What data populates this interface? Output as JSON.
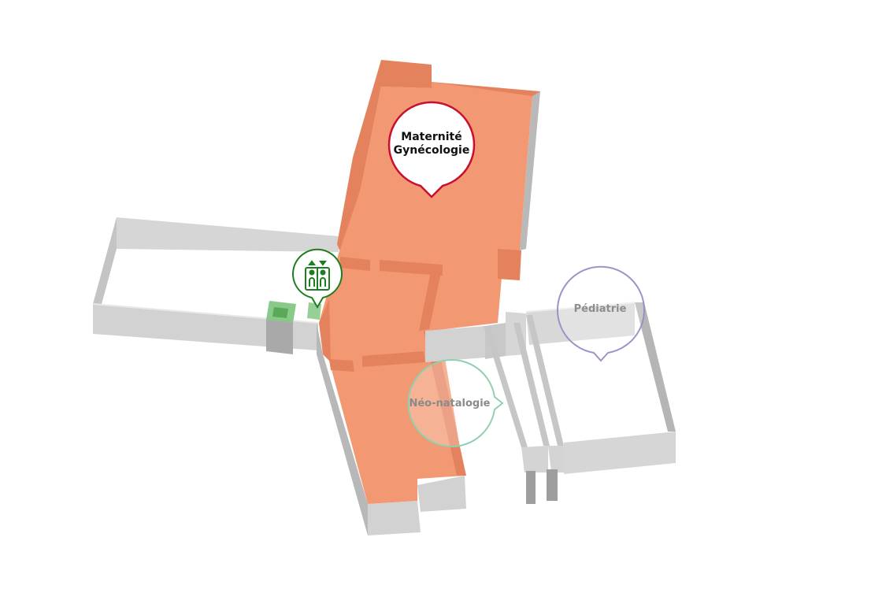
{
  "map": {
    "pins": {
      "maternite": {
        "line1": "Maternité",
        "line2": "Gynécologie",
        "color": "#c8102e",
        "active": true
      },
      "pediatrie": {
        "label": "Pédiatrie",
        "color": "#9d8cc4"
      },
      "neonatalogie": {
        "label": "Néo-natalogie",
        "color": "#8fd1ad"
      },
      "elevator": {
        "icon": "elevator-icon",
        "color": "#1e7d1e"
      }
    },
    "colors": {
      "highlight_floor": "#f29872",
      "highlight_wall": "#e4825e",
      "wall_top": "#d0d0d0",
      "wall_side": "#b8b8b8",
      "elevator_shaft": "#6fbf6f"
    }
  }
}
